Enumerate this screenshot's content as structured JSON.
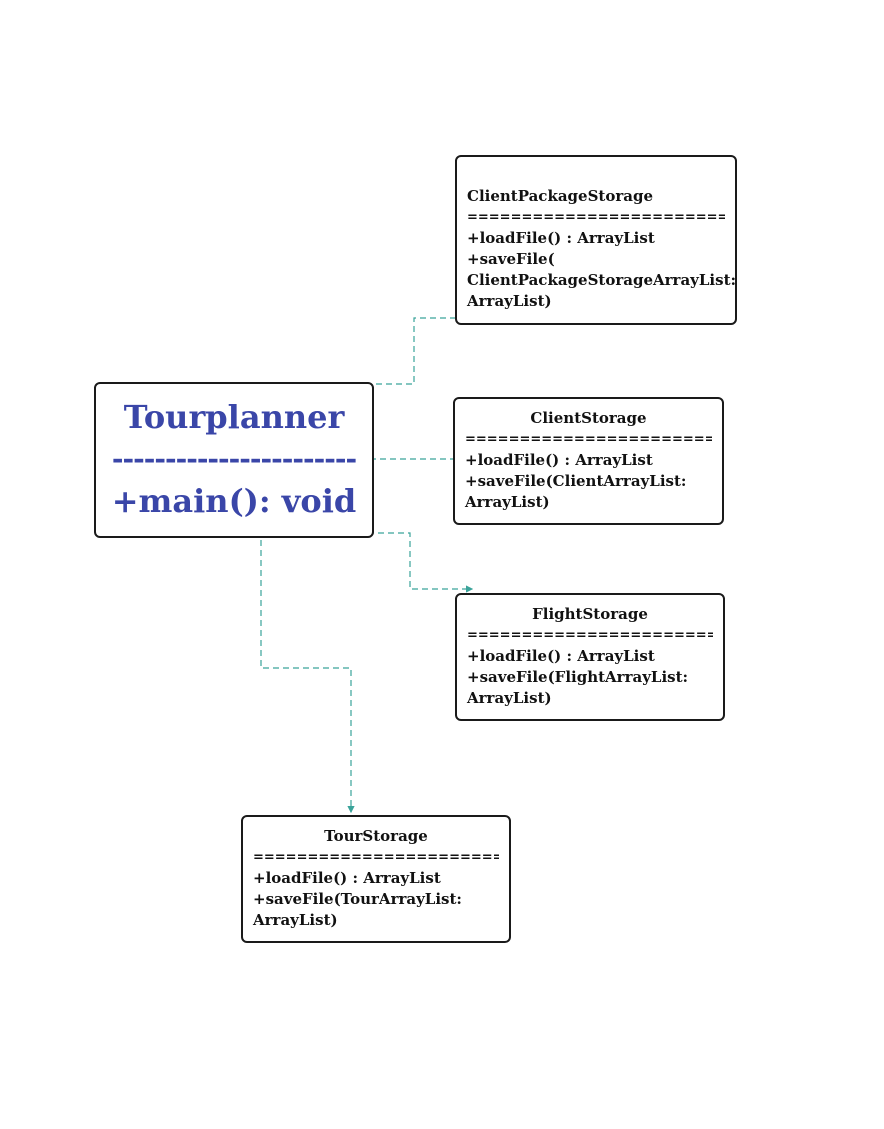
{
  "colors": {
    "main_text": "#3a46a8",
    "box_border": "#1a1a1a",
    "connector": "#3aa39a",
    "background": "#ffffff"
  },
  "main_class": {
    "name": "Tourplanner",
    "separator": "-----------------------",
    "method": "+main(): void"
  },
  "classes": [
    {
      "id": "client-package-storage",
      "name": "ClientPackageStorage",
      "separator": "============================",
      "methods": [
        "+loadFile() : ArrayList",
        "+saveFile(",
        "ClientPackageStorageArrayList:",
        "ArrayList)"
      ]
    },
    {
      "id": "client-storage",
      "name": "ClientStorage",
      "separator": "============================",
      "methods": [
        "+loadFile() : ArrayList",
        "+saveFile(ClientArrayList:",
        "ArrayList)"
      ]
    },
    {
      "id": "flight-storage",
      "name": "FlightStorage",
      "separator": "============================",
      "methods": [
        "+loadFile() : ArrayList",
        "+saveFile(FlightArrayList:",
        "ArrayList)"
      ]
    },
    {
      "id": "tour-storage",
      "name": "TourStorage",
      "separator": "============================",
      "methods": [
        "+loadFile() : ArrayList",
        "+saveFile(TourArrayList:",
        "ArrayList)"
      ]
    }
  ],
  "connectors": [
    {
      "from": "main_class",
      "to": "client-package-storage",
      "style": "dashed"
    },
    {
      "from": "main_class",
      "to": "client-storage",
      "style": "dashed"
    },
    {
      "from": "main_class",
      "to": "flight-storage",
      "style": "dashed"
    },
    {
      "from": "main_class",
      "to": "tour-storage",
      "style": "dashed"
    }
  ]
}
